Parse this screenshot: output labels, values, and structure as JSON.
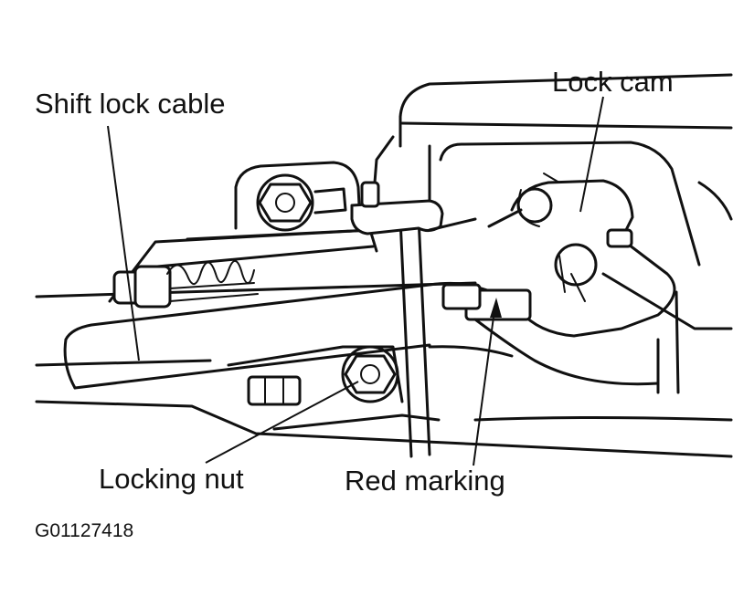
{
  "labels": {
    "shift_lock_cable": "Shift lock cable",
    "lock_cam": "Lock cam",
    "locking_nut": "Locking nut",
    "red_marking": "Red marking"
  },
  "figure_code": "G01127418",
  "colors": {
    "ink": "#111111",
    "background": "#ffffff"
  }
}
